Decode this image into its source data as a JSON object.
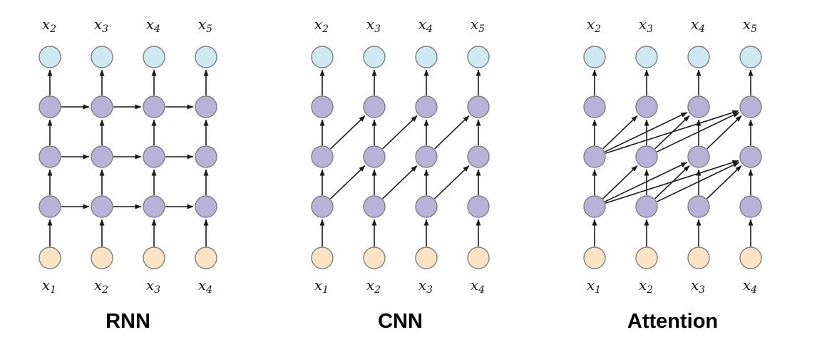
{
  "figure": {
    "colors": {
      "background": "#ffffff",
      "input_node": "#fbe3c4",
      "hidden_node": "#b8b2d8",
      "output_node": "#cfe9f3",
      "node_stroke": "#7f7f7f",
      "arrow": "#1a1a1a",
      "title_color": "#000000"
    },
    "vertical_edges": [
      [
        4,
        0,
        3,
        0
      ],
      [
        4,
        1,
        3,
        1
      ],
      [
        4,
        2,
        3,
        2
      ],
      [
        4,
        3,
        3,
        3
      ],
      [
        3,
        0,
        2,
        0
      ],
      [
        3,
        1,
        2,
        1
      ],
      [
        3,
        2,
        2,
        2
      ],
      [
        3,
        3,
        2,
        3
      ],
      [
        2,
        0,
        1,
        0
      ],
      [
        2,
        1,
        1,
        1
      ],
      [
        2,
        2,
        1,
        2
      ],
      [
        2,
        3,
        1,
        3
      ],
      [
        1,
        0,
        0,
        0
      ],
      [
        1,
        1,
        0,
        1
      ],
      [
        1,
        2,
        0,
        2
      ],
      [
        1,
        3,
        0,
        3
      ]
    ],
    "panels": [
      {
        "title": "RNN",
        "top_labels": [
          "x_2",
          "x_3",
          "x_4",
          "x_5"
        ],
        "bottom_labels": [
          "x_1",
          "x_2",
          "x_3",
          "x_4"
        ],
        "extra_edges": [
          [
            3,
            0,
            3,
            1
          ],
          [
            3,
            1,
            3,
            2
          ],
          [
            3,
            2,
            3,
            3
          ],
          [
            2,
            0,
            2,
            1
          ],
          [
            2,
            1,
            2,
            2
          ],
          [
            2,
            2,
            2,
            3
          ],
          [
            1,
            0,
            1,
            1
          ],
          [
            1,
            1,
            1,
            2
          ],
          [
            1,
            2,
            1,
            3
          ]
        ]
      },
      {
        "title": "CNN",
        "top_labels": [
          "x_2",
          "x_3",
          "x_4",
          "x_5"
        ],
        "bottom_labels": [
          "x_1",
          "x_2",
          "x_3",
          "x_4"
        ],
        "extra_edges": [
          [
            3,
            0,
            2,
            1
          ],
          [
            3,
            1,
            2,
            2
          ],
          [
            3,
            2,
            2,
            3
          ],
          [
            2,
            0,
            1,
            1
          ],
          [
            2,
            1,
            1,
            2
          ],
          [
            2,
            2,
            1,
            3
          ]
        ]
      },
      {
        "title": "Attention",
        "top_labels": [
          "x_2",
          "x_3",
          "x_4",
          "x_5"
        ],
        "bottom_labels": [
          "x_1",
          "x_2",
          "x_3",
          "x_4"
        ],
        "extra_edges": [
          [
            3,
            0,
            2,
            1
          ],
          [
            3,
            0,
            2,
            2
          ],
          [
            3,
            0,
            2,
            3
          ],
          [
            3,
            1,
            2,
            2
          ],
          [
            3,
            1,
            2,
            3
          ],
          [
            3,
            2,
            2,
            3
          ],
          [
            2,
            0,
            1,
            1
          ],
          [
            2,
            0,
            1,
            2
          ],
          [
            2,
            0,
            1,
            3
          ],
          [
            2,
            1,
            1,
            2
          ],
          [
            2,
            1,
            1,
            3
          ],
          [
            2,
            2,
            1,
            3
          ]
        ]
      }
    ]
  }
}
